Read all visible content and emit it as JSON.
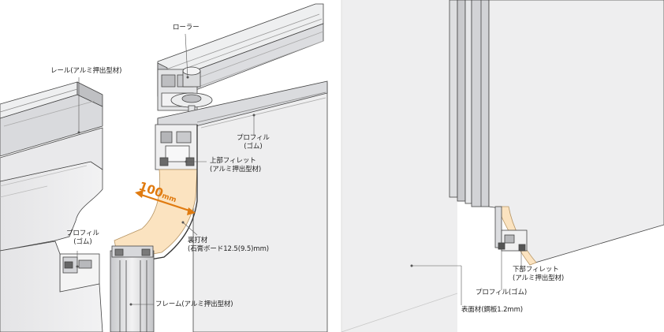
{
  "labels": {
    "roller": "ローラー",
    "rail": "レール(アルミ押出型材)",
    "profile_top": "プロフィル",
    "profile_top_sub": "(ゴム)",
    "top_fillet": "上部フィレット",
    "top_fillet_sub": "(アルミ押出型材)",
    "backing": "裏打材",
    "backing_sub": "(石膏ボード12.5(9.5)mm)",
    "profile_left": "プロフィル",
    "profile_left_sub": "(ゴム)",
    "frame": "フレーム(アルミ押出型材)",
    "bottom_fillet": "下部フィレット",
    "bottom_fillet_sub": "(アルミ押出型材)",
    "profile_bottom": "プロフィル(ゴム)",
    "surface": "表面材(鋼板1.2mm)"
  },
  "dimension": {
    "value": "100",
    "unit": "mm"
  },
  "colors": {
    "panel_face": "#eeeeef",
    "panel_edge": "#c9cacc",
    "aluminium": "#dcdde0",
    "gypsum": "#fbe3c0",
    "dimension": "#e07b10",
    "line": "#3a3a3a"
  }
}
